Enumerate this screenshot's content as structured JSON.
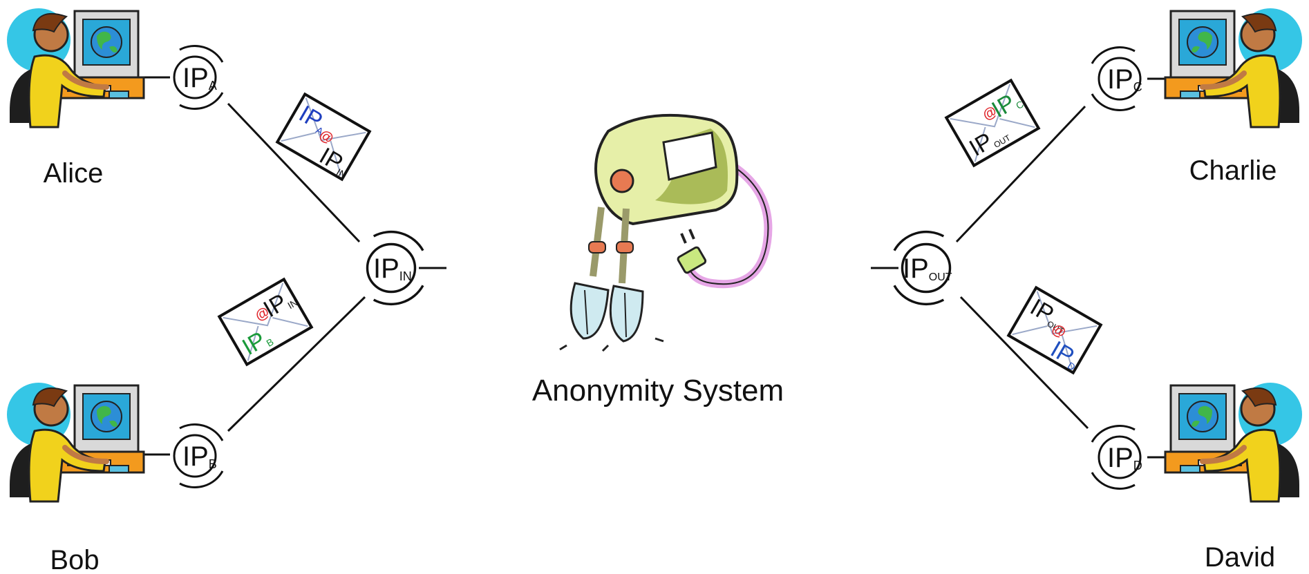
{
  "users": {
    "alice": {
      "name": "Alice",
      "ip_main": "IP",
      "ip_sub": "A"
    },
    "bob": {
      "name": "Bob",
      "ip_main": "IP",
      "ip_sub": "B"
    },
    "charlie": {
      "name": "Charlie",
      "ip_main": "IP",
      "ip_sub": "C"
    },
    "david": {
      "name": "David",
      "ip_main": "IP",
      "ip_sub": "D"
    }
  },
  "gateways": {
    "in": {
      "ip_main": "IP",
      "ip_sub": "IN"
    },
    "out": {
      "ip_main": "IP",
      "ip_sub": "OUT"
    }
  },
  "system": {
    "label": "Anonymity System",
    "icon": "hand-mixer-icon"
  },
  "envelopes": {
    "alice_to_in": {
      "from_main": "IP",
      "from_sub": "A",
      "at": "@",
      "to_main": "IP",
      "to_sub": "IN"
    },
    "bob_to_in": {
      "from_main": "IP",
      "from_sub": "B",
      "at": "@",
      "to_main": "IP",
      "to_sub": "IN"
    },
    "out_to_charlie": {
      "from_main": "IP",
      "from_sub": "OUT",
      "at": "@",
      "to_main": "IP",
      "to_sub": "C"
    },
    "out_to_david": {
      "from_main": "IP",
      "from_sub": "OUT",
      "at": "@",
      "to_main": "IP",
      "to_sub": "D"
    }
  },
  "colors": {
    "line": "#111111",
    "alice": "#1f3fbf",
    "bob": "#1a9a3a",
    "charlie": "#1a8a3a",
    "david": "#1f4fbf",
    "at_sign": "#e0242a",
    "neutral": "#111111",
    "cyan_bg": "#35c6e6",
    "mixer_body": "#e6efa8",
    "mixer_shade": "#9fb24a",
    "cord": "#e6a6e6"
  }
}
